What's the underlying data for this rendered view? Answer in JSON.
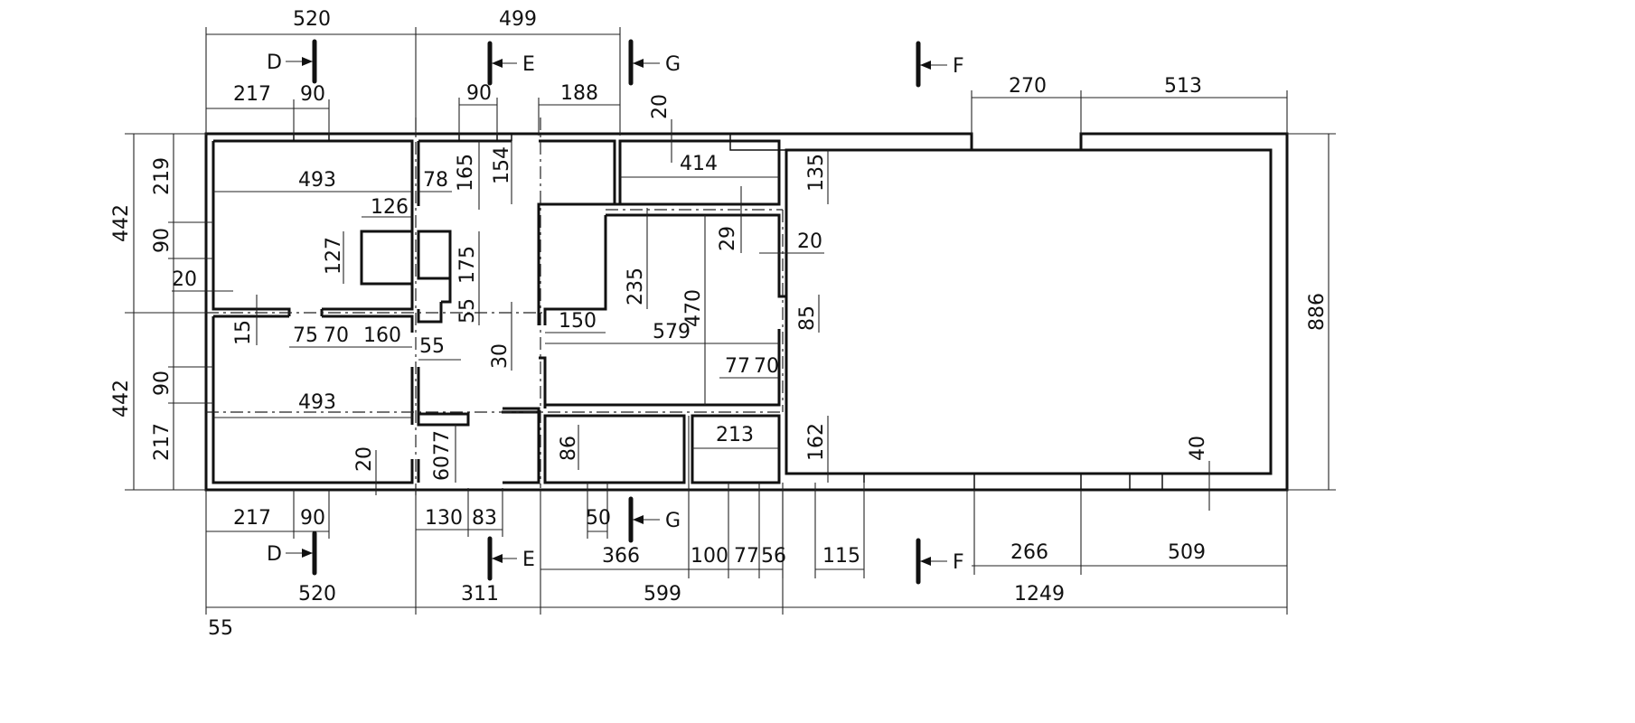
{
  "drawing": {
    "section_markers": {
      "D": "D",
      "E": "E",
      "F": "F",
      "G": "G"
    },
    "dims_top_outer": [
      "520",
      "499"
    ],
    "dims_top_inner": [
      "217",
      "90",
      "90",
      "188",
      "20",
      "270",
      "513"
    ],
    "dims_bottom_inner": [
      "217",
      "90",
      "130",
      "83",
      "50",
      "366",
      "100",
      "77",
      "56",
      "115",
      "266",
      "509"
    ],
    "dims_bottom_outer": [
      "520",
      "311",
      "599",
      "1249"
    ],
    "dims_left": [
      "442",
      "442",
      "219",
      "90",
      "20",
      "90",
      "217"
    ],
    "dims_right": [
      "886"
    ],
    "dims_interior": [
      "493",
      "78",
      "165",
      "154",
      "126",
      "127",
      "175",
      "55",
      "414",
      "135",
      "29",
      "235",
      "20",
      "85",
      "470",
      "579",
      "150",
      "15",
      "75",
      "70",
      "160",
      "55",
      "30",
      "77",
      "70",
      "493",
      "213",
      "86",
      "162",
      "20",
      "77",
      "60",
      "40",
      "55"
    ]
  }
}
